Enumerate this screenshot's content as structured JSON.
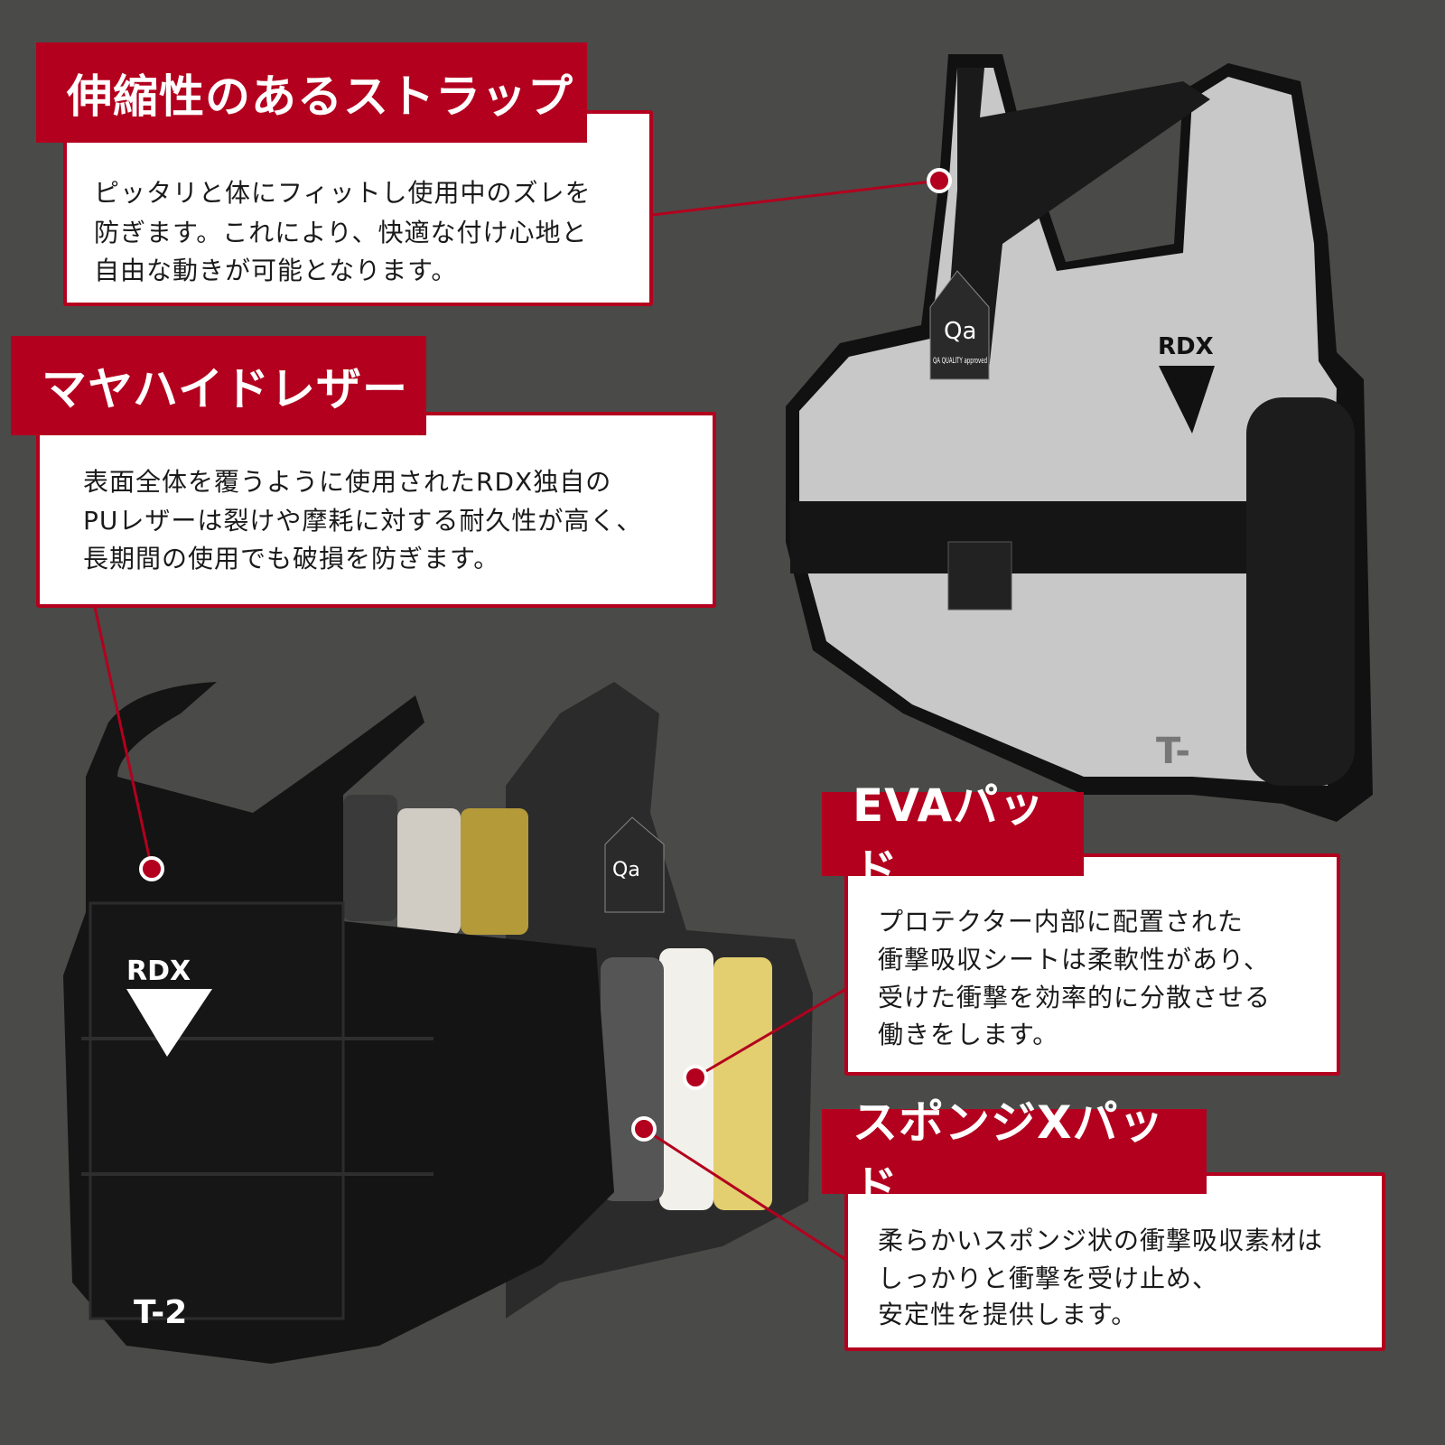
{
  "colors": {
    "accent": "#b3001e",
    "background": "#4a4a48",
    "box": "#ffffff"
  },
  "callouts": [
    {
      "title": "伸縮性のあるストラップ",
      "lines": [
        "ピッタリと体にフィットし使用中のズレを",
        "防ぎます。これにより、快適な付け心地と",
        "自由な動きが可能となります。"
      ]
    },
    {
      "title": "マヤハイドレザー",
      "lines": [
        "表面全体を覆うように使用されたRDX独自の",
        "PUレザーは裂けや摩耗に対する耐久性が高く、",
        "長期間の使用でも破損を防ぎます。"
      ]
    },
    {
      "title": "EVAパッド",
      "lines": [
        "プロテクター内部に配置された",
        "衝撃吸収シートは柔軟性があり、",
        "受けた衝撃を効率的に分散させる",
        "働きをします。"
      ]
    },
    {
      "title": "スポンジXパッド",
      "lines": [
        "柔らかいスポンジ状の衝撃吸収素材は",
        "しっかりと衝撃を受け止め、",
        "安定性を提供します。"
      ]
    }
  ],
  "product": {
    "brand": "RDX",
    "model": "T-2",
    "badge": "QA QUALITY approved"
  }
}
